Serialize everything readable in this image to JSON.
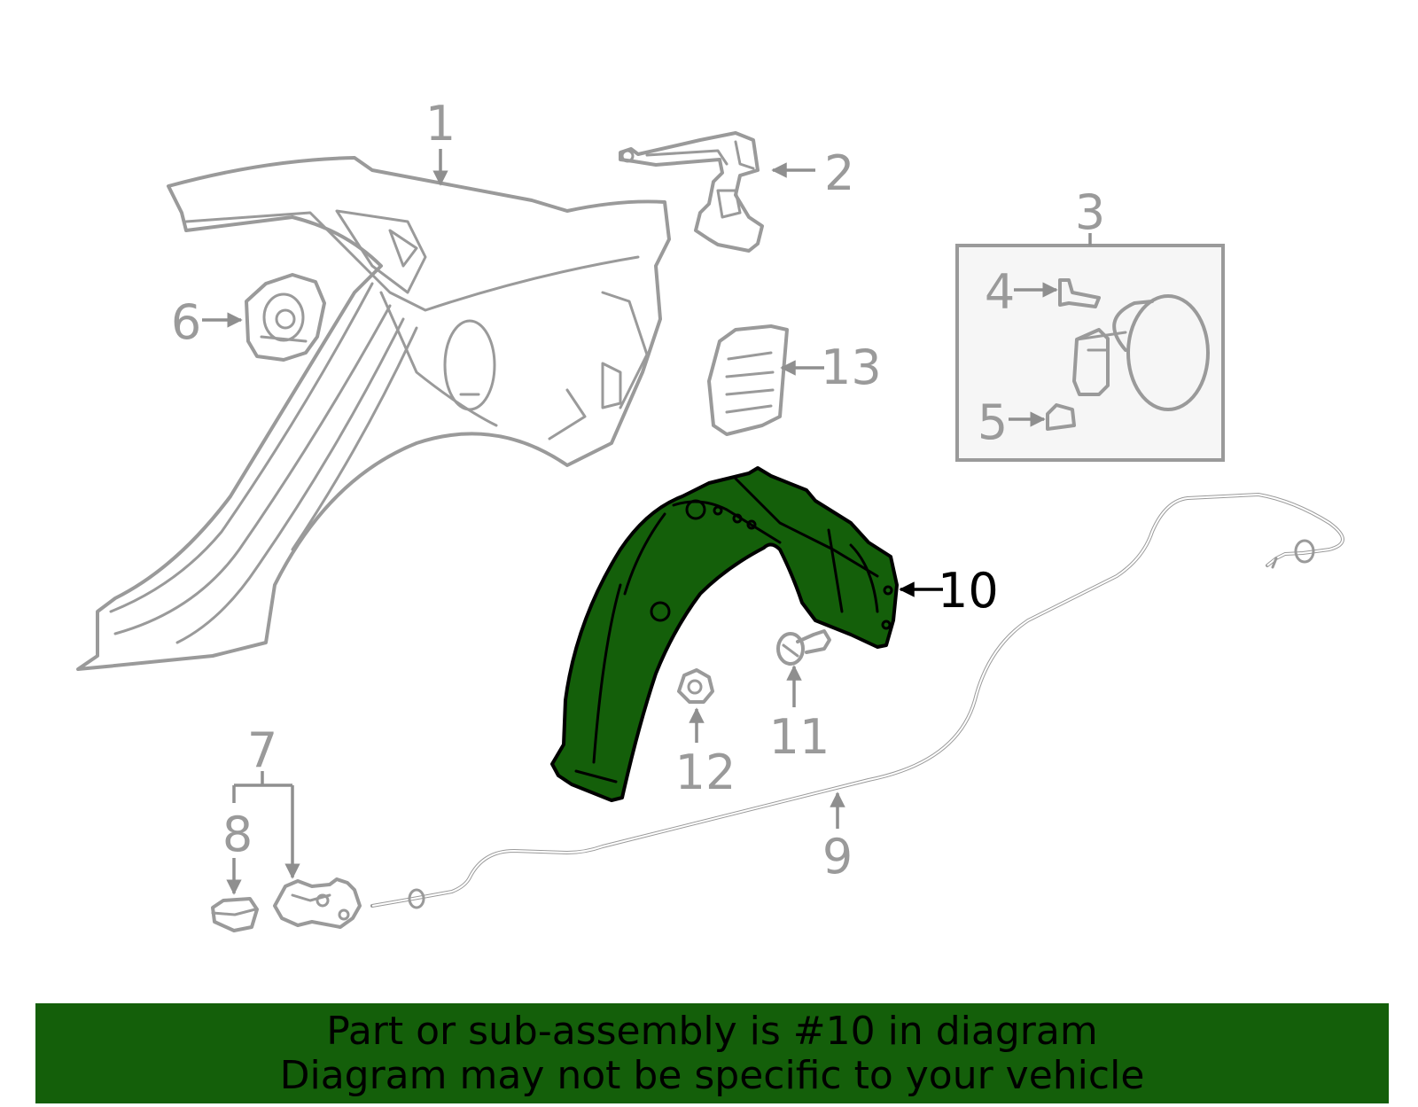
{
  "colors": {
    "highlight_part": "#145f0a",
    "banner_background": "#145f0a",
    "line_art": "#9a9a9a",
    "highlight_callout": "#000000"
  },
  "callouts": {
    "c1": "1",
    "c2": "2",
    "c3": "3",
    "c4": "4",
    "c5": "5",
    "c6": "6",
    "c7": "7",
    "c8": "8",
    "c9": "9",
    "c10": "10",
    "c11": "11",
    "c12": "12",
    "c13": "13"
  },
  "highlighted_callout": "10",
  "banner": {
    "line1": "Part or sub-assembly is #10 in diagram",
    "line2": "Diagram may not be specific to your vehicle"
  }
}
